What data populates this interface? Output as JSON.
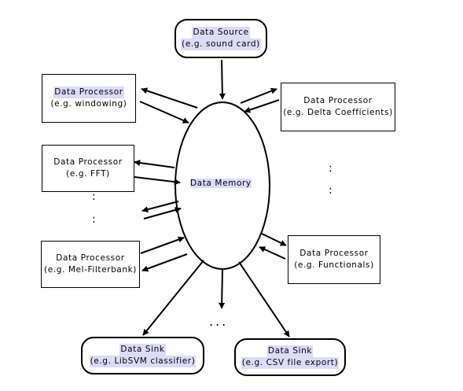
{
  "source": {
    "title": "Data Source",
    "sub": "(e.g. sound card)"
  },
  "memory": {
    "label": "Data Memory"
  },
  "processors": {
    "windowing": {
      "title": "Data Processor",
      "sub": "(e.g. windowing)"
    },
    "fft": {
      "title": "Data Processor",
      "sub": "(e.g. FFT)"
    },
    "melfilterbank": {
      "title": "Data Processor",
      "sub": "(e.g. Mel-Filterbank)"
    },
    "delta": {
      "title": "Data Processor",
      "sub": "(e.g. Delta Coefficients)"
    },
    "functionals": {
      "title": "Data Processor",
      "sub": "(e.g. Functionals)"
    }
  },
  "sinks": {
    "libsvm": {
      "title": "Data Sink",
      "sub": "(e.g. LibSVM classifier)"
    },
    "csv": {
      "title": "Data Sink",
      "sub": "(e.g. CSV file export)"
    }
  },
  "ellipsis": {
    "left": ":",
    "right": ":",
    "bottom": "..."
  }
}
